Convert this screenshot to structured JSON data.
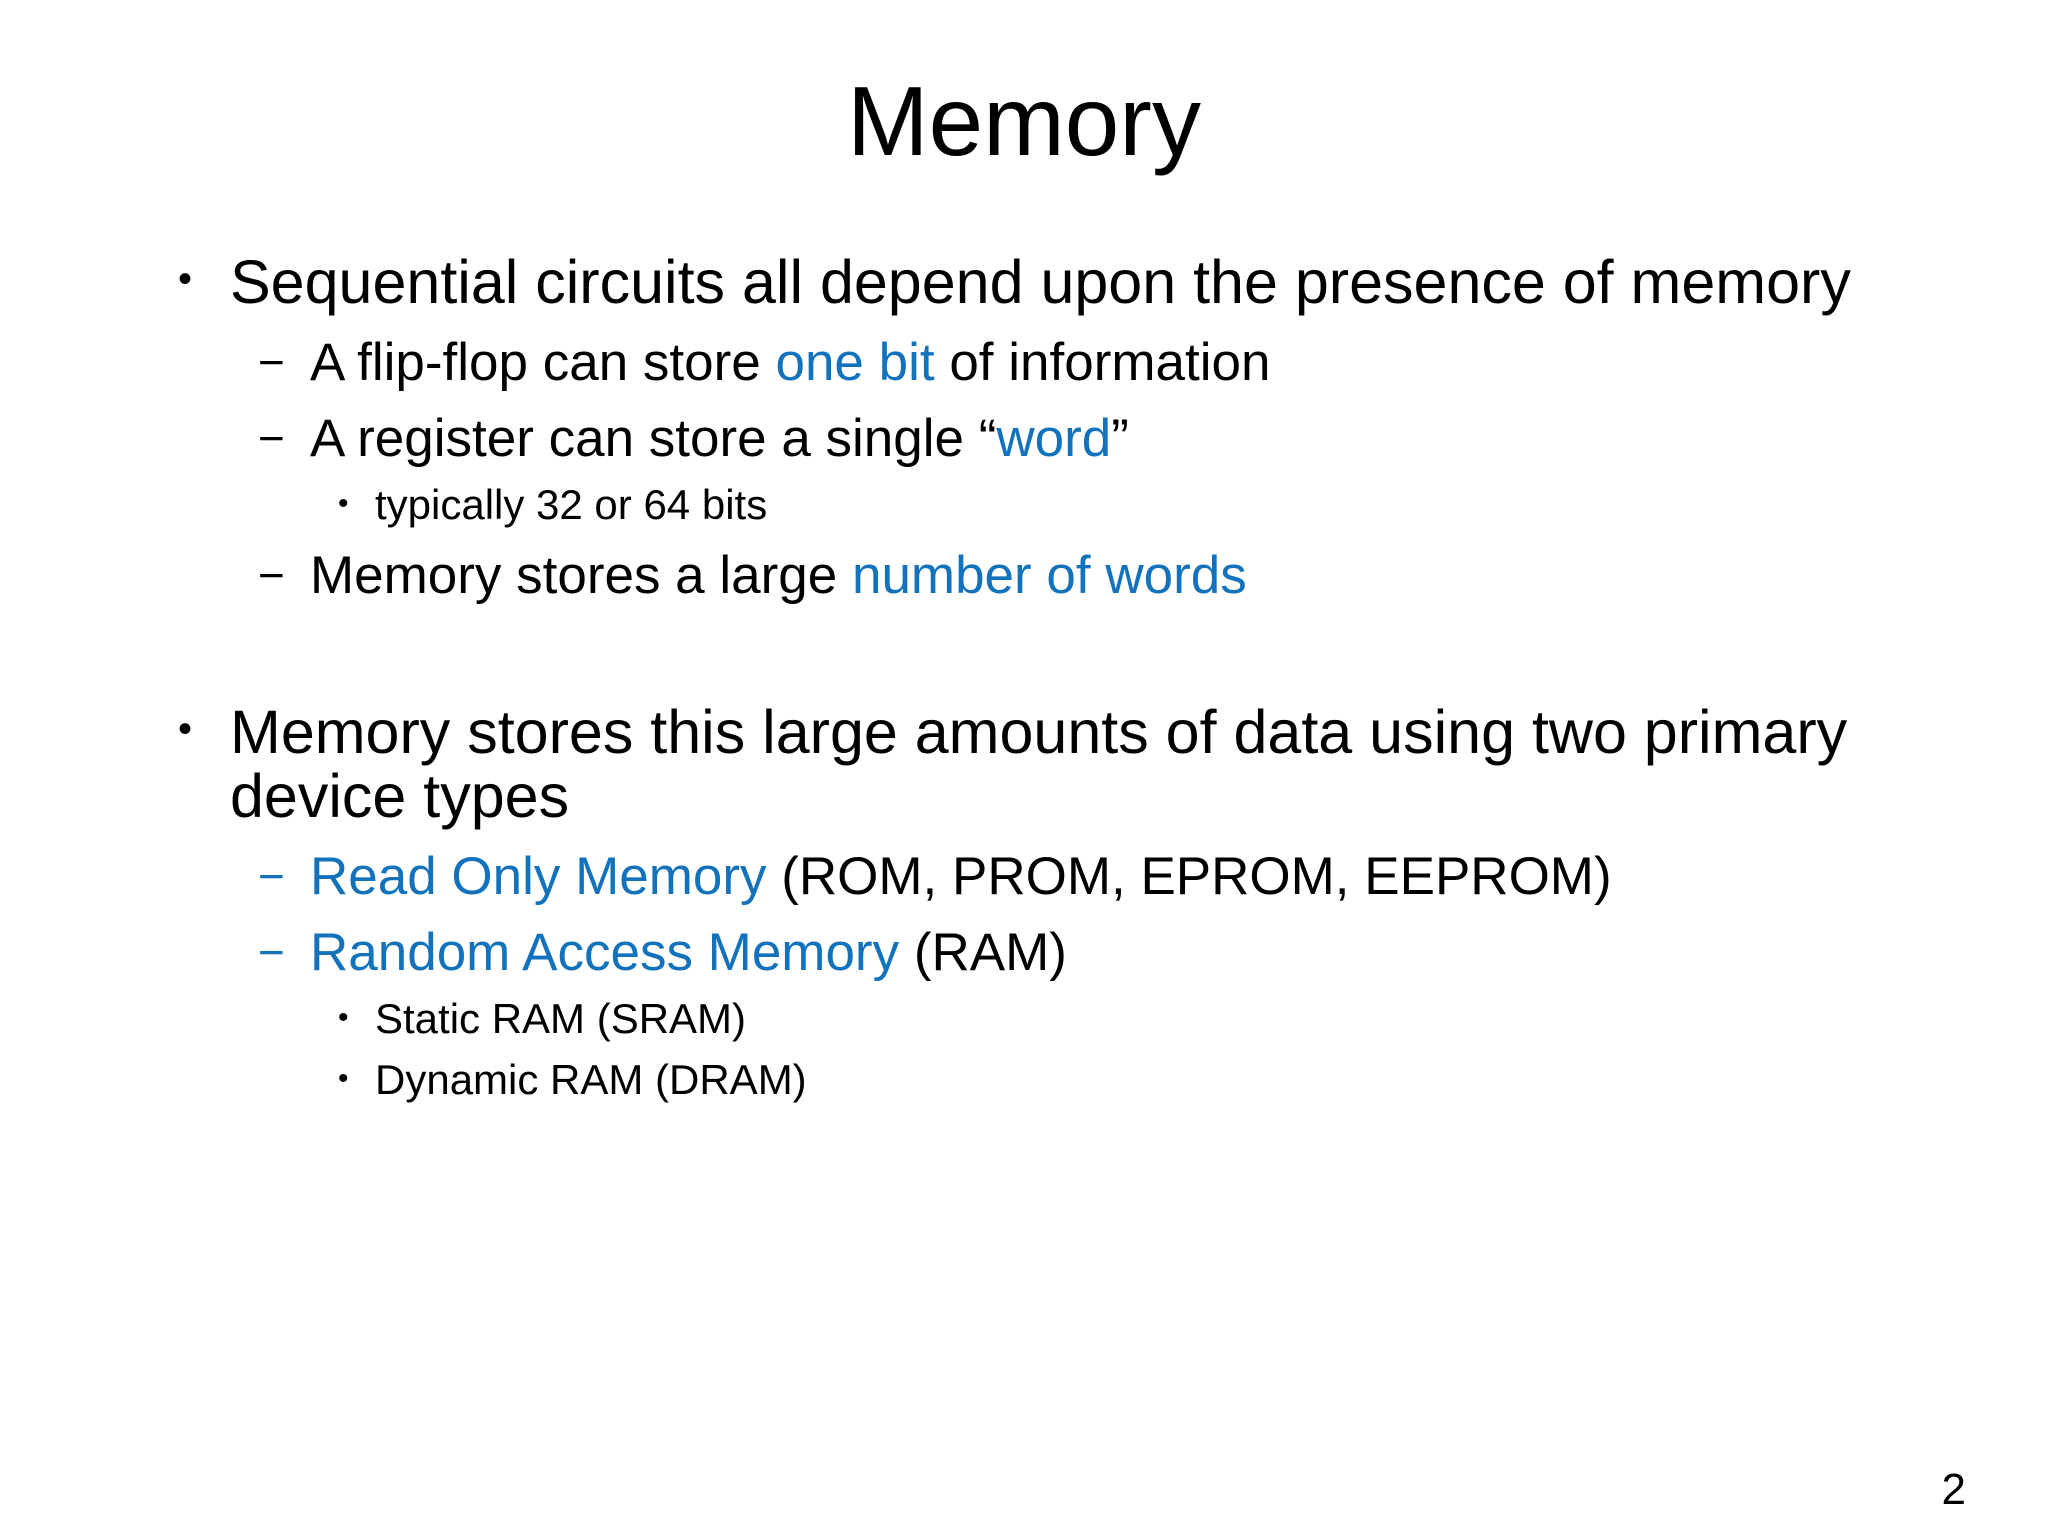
{
  "slide": {
    "title": "Memory",
    "page_number": "2",
    "accent_color": "#1272bc",
    "text_color": "#000000",
    "background_color": "#ffffff",
    "bullet_glyphs": {
      "level1": "•",
      "level2": "−",
      "level3": "•"
    },
    "blocks": [
      {
        "level": 1,
        "name": "bullet-sequential-circuits",
        "segments": [
          {
            "text": "Sequential circuits all depend upon the presence of memory",
            "color": "black"
          }
        ]
      },
      {
        "level": 2,
        "name": "bullet-flip-flop",
        "segments": [
          {
            "text": "A flip-flop can store ",
            "color": "black"
          },
          {
            "text": "one bit",
            "color": "blue"
          },
          {
            "text": " of information",
            "color": "black"
          }
        ]
      },
      {
        "level": 2,
        "name": "bullet-register",
        "segments": [
          {
            "text": "A register can store a single “",
            "color": "black"
          },
          {
            "text": "word",
            "color": "blue"
          },
          {
            "text": "”",
            "color": "black"
          }
        ]
      },
      {
        "level": 3,
        "name": "bullet-typically-bits",
        "segments": [
          {
            "text": "typically 32 or 64 bits",
            "color": "black"
          }
        ]
      },
      {
        "level": 2,
        "name": "bullet-memory-stores-words",
        "segments": [
          {
            "text": "Memory stores a large ",
            "color": "black"
          },
          {
            "text": "number of words",
            "color": "blue"
          }
        ]
      },
      {
        "level": 1,
        "name": "bullet-memory-device-types",
        "segments": [
          {
            "text": "Memory stores this large amounts of data using two primary device types",
            "color": "black"
          }
        ]
      },
      {
        "level": 2,
        "name": "bullet-read-only-memory",
        "bullet_color": "blue",
        "segments": [
          {
            "text": "Read Only Memory",
            "color": "blue"
          },
          {
            "text": " (ROM, PROM, EPROM, EEPROM)",
            "color": "black"
          }
        ]
      },
      {
        "level": 2,
        "name": "bullet-random-access-memory",
        "bullet_color": "blue",
        "segments": [
          {
            "text": "Random Access Memory",
            "color": "blue"
          },
          {
            "text": " (RAM)",
            "color": "black"
          }
        ]
      },
      {
        "level": 3,
        "name": "bullet-static-ram",
        "segments": [
          {
            "text": "Static RAM (SRAM)",
            "color": "black"
          }
        ]
      },
      {
        "level": 3,
        "name": "bullet-dynamic-ram",
        "segments": [
          {
            "text": "Dynamic RAM (DRAM)",
            "color": "black"
          }
        ]
      }
    ]
  }
}
